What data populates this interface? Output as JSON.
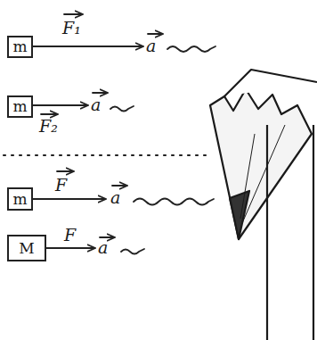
{
  "diagram": {
    "nodes": [
      {
        "text": [
          "m"
        ]
      },
      {
        "text": [
          "m"
        ]
      },
      {
        "text": [
          "m"
        ]
      },
      {
        "text": [
          "M"
        ]
      }
    ],
    "labels": [
      "F₁",
      "a",
      "F₂",
      "a",
      "F",
      "a",
      "F",
      "a"
    ]
  }
}
